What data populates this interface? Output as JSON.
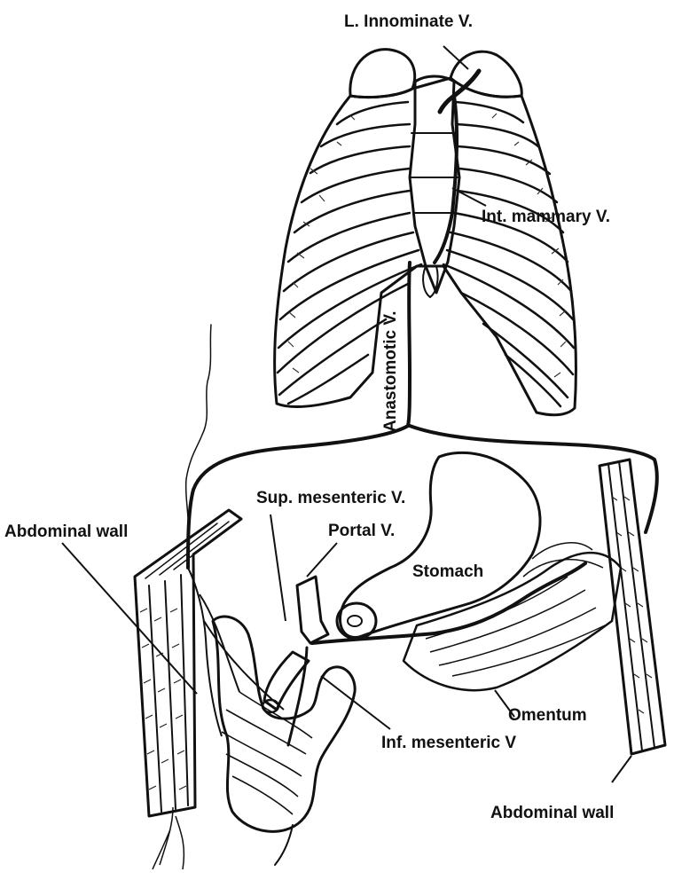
{
  "labels": {
    "l_innominate_v": "L. Innominate V.",
    "int_mammary_v": "Int. mammary V.",
    "anastomotic_v": "Anastomotic V.",
    "sup_mesenteric_v": "Sup. mesenteric V.",
    "portal_v": "Portal V.",
    "abdominal_wall_left": "Abdominal wall",
    "stomach": "Stomach",
    "omentum": "Omentum",
    "inf_mesenteric_v": "Inf. mesenteric V",
    "abdominal_wall_right": "Abdominal wall"
  }
}
